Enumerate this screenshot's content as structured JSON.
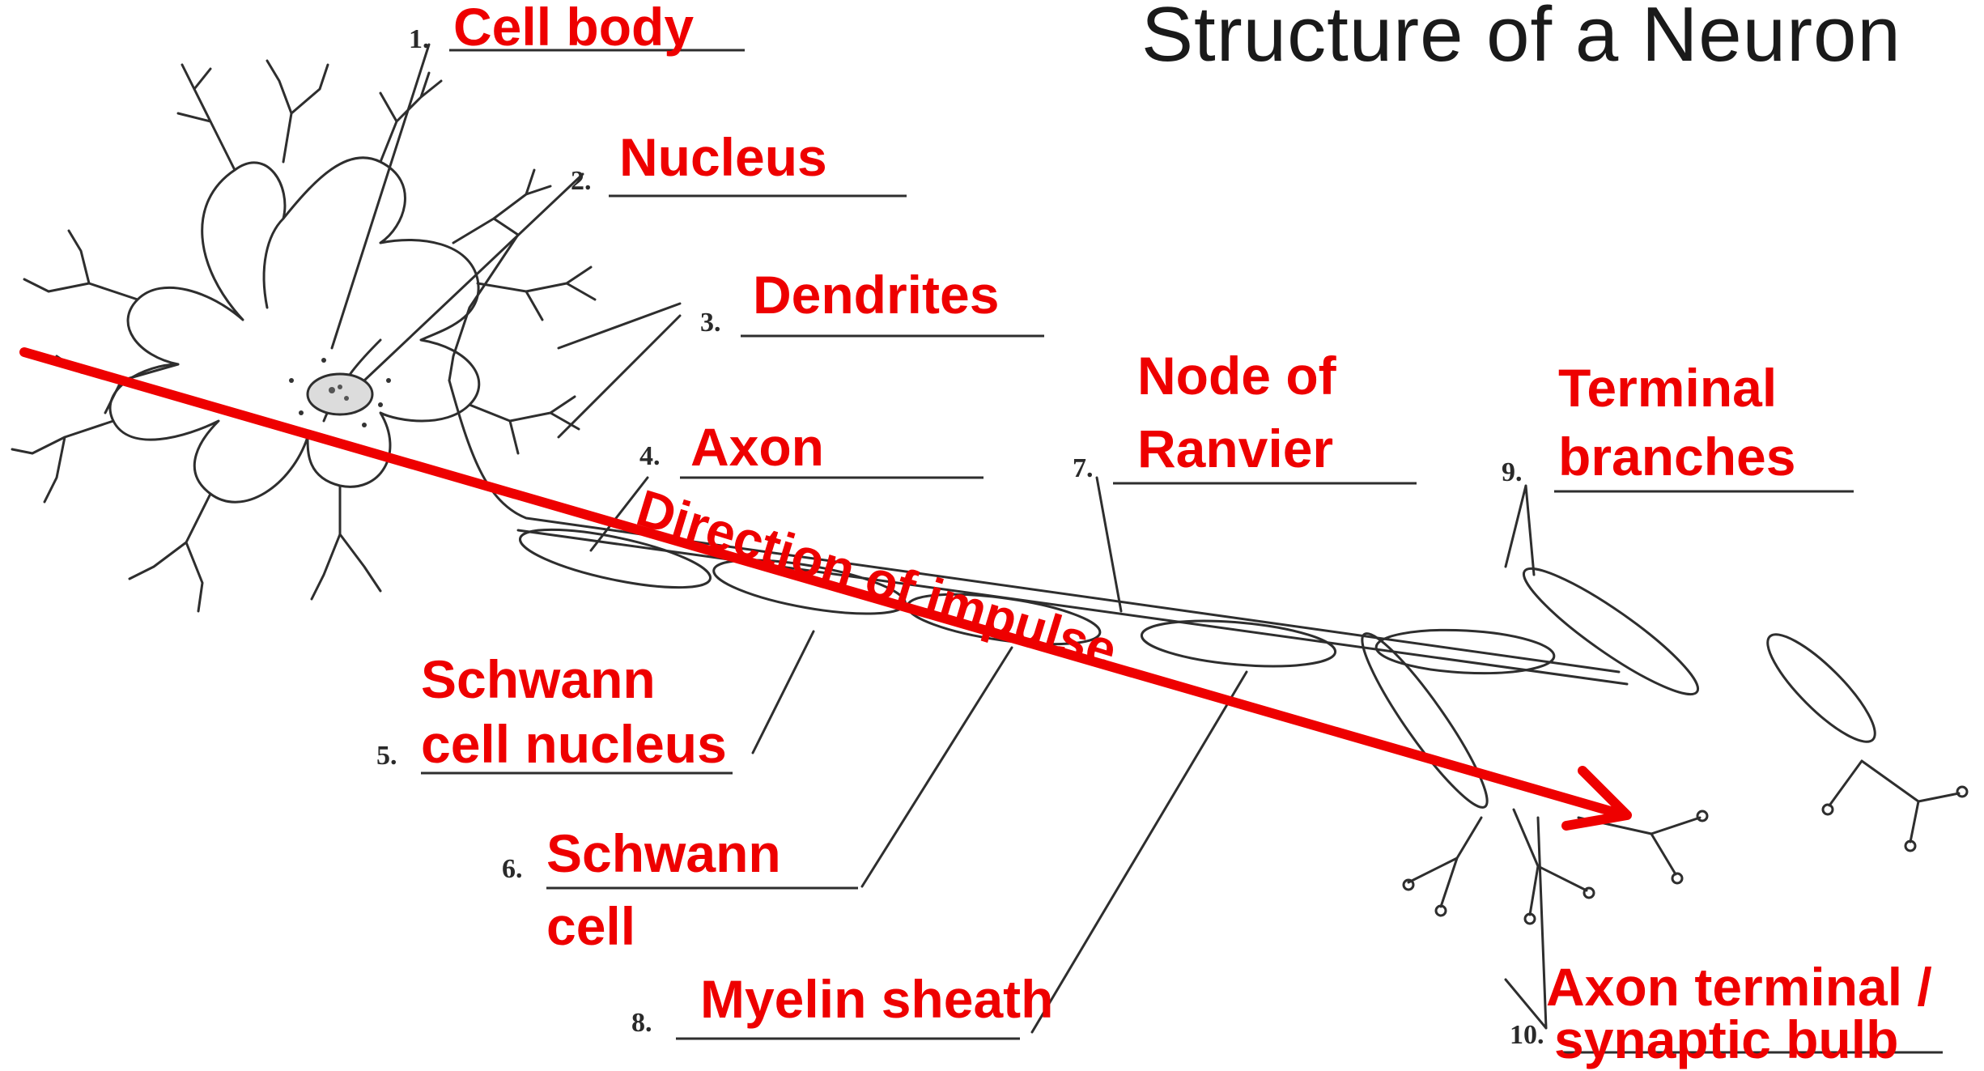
{
  "title": "Structure of a Neuron",
  "labels": [
    {
      "number": "1.",
      "text": "Cell body"
    },
    {
      "number": "2.",
      "text": "Nucleus"
    },
    {
      "number": "3.",
      "text": "Dendrites"
    },
    {
      "number": "4.",
      "text": "Axon"
    },
    {
      "number": "5.",
      "text_line1": "Schwann",
      "text_line2": "cell nucleus"
    },
    {
      "number": "6.",
      "text_line1": "Schwann",
      "text_line2": "cell"
    },
    {
      "number": "7.",
      "text_line1": "Node of",
      "text_line2": "Ranvier"
    },
    {
      "number": "8.",
      "text": "Myelin sheath"
    },
    {
      "number": "9.",
      "text_line1": "Terminal",
      "text_line2": "branches"
    },
    {
      "number": "10.",
      "text_line1": "Axon terminal /",
      "text_line2": "synaptic bulb"
    }
  ],
  "arrow_label": "Direction of impulse",
  "colors": {
    "label": "#ee0000",
    "arrow": "#ee0000",
    "drawing": "#2e2e2e",
    "title": "#1a1a1a"
  }
}
